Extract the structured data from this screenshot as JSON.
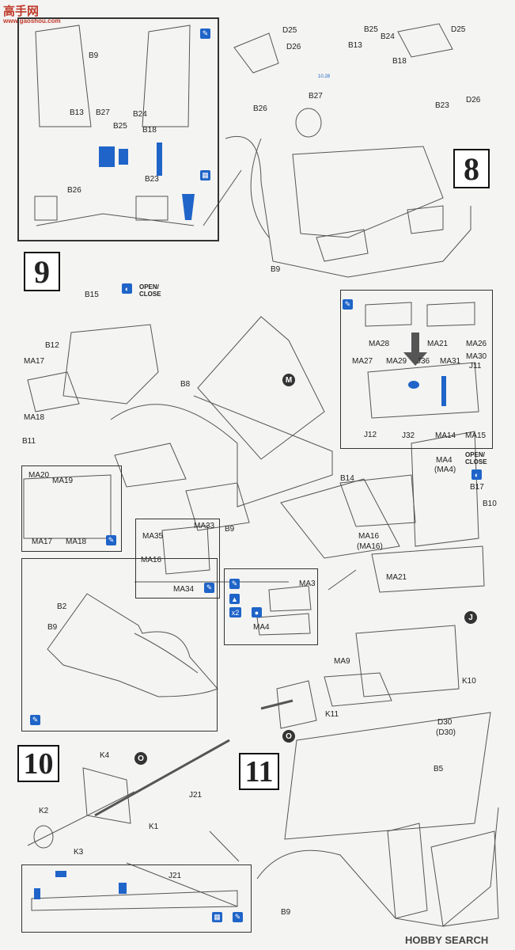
{
  "watermark": {
    "top_left_cn": "高手网",
    "top_left_url": "www.gaoshou.com",
    "bottom_right": "HOBBY SEARCH"
  },
  "steps": {
    "s8": "8",
    "s9": "9",
    "s10": "10",
    "s11": "11"
  },
  "step8": {
    "inset": {
      "b9": "B9",
      "b13": "B13",
      "b27": "B27",
      "b24": "B24",
      "b25": "B25",
      "b18": "B18",
      "b26": "B26",
      "b23": "B23"
    },
    "main": {
      "d25a": "D25",
      "d26a": "D26",
      "b25": "B25",
      "b24": "B24",
      "d25b": "D25",
      "b13": "B13",
      "b18": "B18",
      "d26b": "D26",
      "b27": "B27",
      "b26": "B26",
      "b23": "B23",
      "b9": "B9",
      "small": "10.28"
    }
  },
  "step9": {
    "open_close": "OPEN/\nCLOSE",
    "open_close2": "OPEN/\nCLOSE",
    "labels": {
      "b15": "B15",
      "b12": "B12",
      "ma17": "MA17",
      "ma18": "MA18",
      "b8": "B8",
      "b11": "B11",
      "b9": "B9",
      "m": "M"
    },
    "sub1": {
      "ma20": "MA20",
      "ma19": "MA19",
      "ma17": "MA17",
      "ma18": "MA18"
    },
    "sub2": {
      "ma35": "MA35",
      "ma33": "MA33",
      "ma16": "MA16",
      "ma34": "MA34"
    },
    "sub3": {
      "ma3": "MA3",
      "ma4": "MA4",
      "x2": "x2"
    },
    "detail": {
      "ma28": "MA28",
      "ma21": "MA21",
      "ma26": "MA26",
      "ma27": "MA27",
      "ma29": "MA29",
      "j36": "J36",
      "ma31": "MA31",
      "ma30": "MA30",
      "j11": "J11",
      "j12": "J12",
      "j32": "J32",
      "ma14": "MA14",
      "ma15": "MA15"
    },
    "right": {
      "ma4": "MA4",
      "ma4p": "(MA4)",
      "b14": "B14",
      "b17": "B17",
      "b10": "B10",
      "ma16": "MA16",
      "ma16p": "(MA16)",
      "ma21": "MA21"
    },
    "lower": {
      "b2": "B2",
      "b9": "B9"
    }
  },
  "step10": {
    "k4": "K4",
    "o": "O",
    "j21": "J21",
    "k2": "K2",
    "k1": "K1",
    "k3": "K3",
    "j21b": "J21"
  },
  "step11": {
    "j": "J",
    "ma9": "MA9",
    "k10": "K10",
    "k11": "K11",
    "o": "O",
    "d30": "D30",
    "d30p": "(D30)",
    "b5": "B5",
    "b9": "B9"
  }
}
